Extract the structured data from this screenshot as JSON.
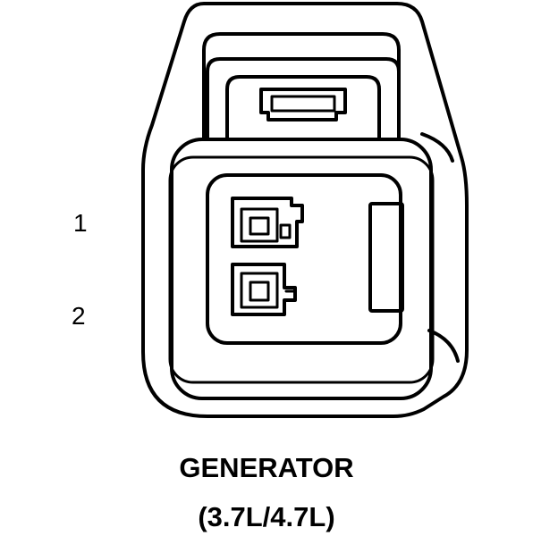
{
  "pins": [
    {
      "label": "1"
    },
    {
      "label": "2"
    }
  ],
  "caption": {
    "title": "GENERATOR",
    "subtitle": "(3.7L/4.7L)"
  },
  "colors": {
    "line": "#000000",
    "background": "#ffffff"
  }
}
